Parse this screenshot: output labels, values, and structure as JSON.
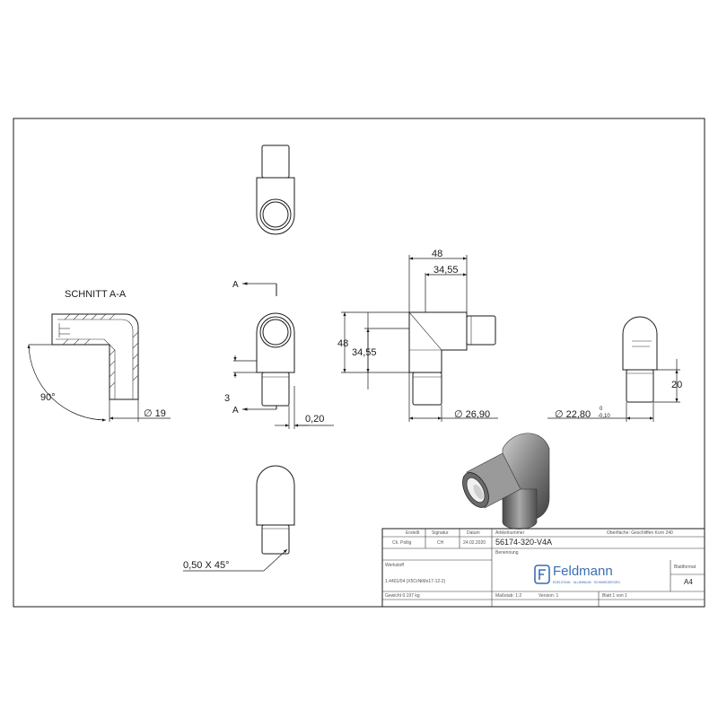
{
  "views": {
    "section_title": "SCHNITT A-A",
    "section_marker": "A",
    "angle": "90°",
    "dia_19": "19",
    "dim_3": "3",
    "dim_0_20": "0,20",
    "dim_48_top": "48",
    "dim_34_55_top": "34,55",
    "dim_48_left": "48",
    "dim_34_55_left": "34,55",
    "dia_26_90": "26,90",
    "dia_22_80": "22,80",
    "tol_upper": "0",
    "tol_lower": "-0,10",
    "dim_20": "20",
    "chamfer": "0,50 X 45°"
  },
  "title_block": {
    "col_ersteller": "Erstellt",
    "col_signatur": "Signatur",
    "col_datum": "Datum",
    "ersteller": "Ch. Pollig",
    "signatur": "CH",
    "datum": "24.02.2020",
    "artikelnummer_label": "Artikelnummer",
    "artikelnummer": "56174-320-V4A",
    "oberflaeche": "Oberfläche: Geschliffen Korn 240",
    "benennung_label": "Benennung",
    "werkstoff_label": "Werkstoff",
    "werkstoff": "1.4401/04 (X5CrNiMo17-12-2)",
    "gewicht": "Gewicht 0.197 kg",
    "massstab": "Maßstab: 1:2",
    "version": "Version: 1",
    "blatt": "Blatt 1 von 1",
    "blattformat_label": "Blattformat",
    "blattformat": "A4",
    "logo_text": "Feldmann",
    "logo_tagline": "EDELSTAHL · ALUMINIUM · SCHMIEDEEISEN"
  }
}
